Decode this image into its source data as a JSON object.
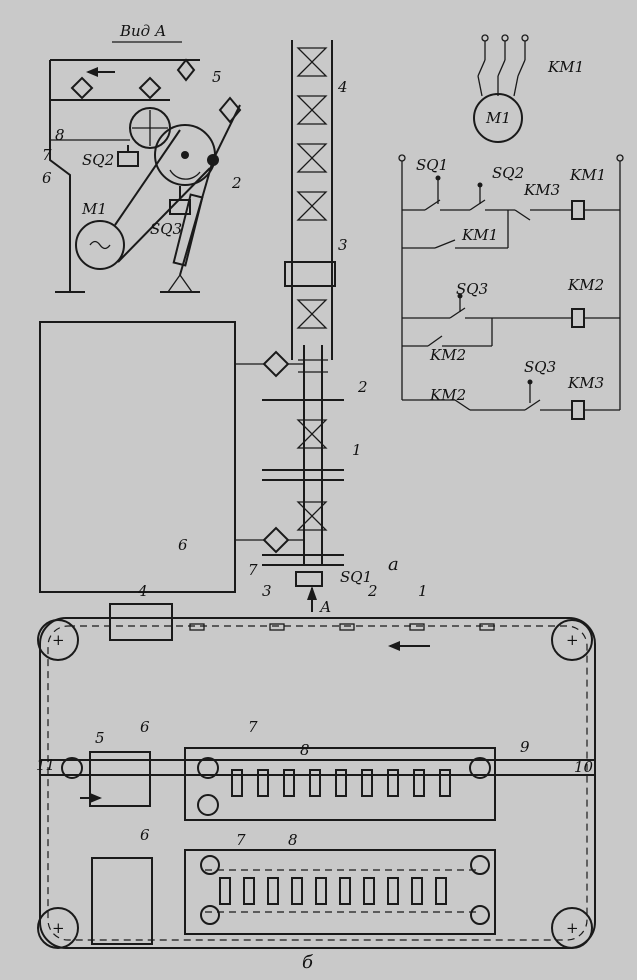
{
  "view_label": "Вид А",
  "panel_a": {
    "caption": "а",
    "motor_label": "M1",
    "switch_labels": [
      "SQ2",
      "SQ3",
      "SQ1"
    ],
    "numbers": [
      "8",
      "7",
      "6",
      "5",
      "2",
      "4",
      "3",
      "2",
      "1",
      "6",
      "7"
    ],
    "arrow_label": "А"
  },
  "circuit": {
    "contactor_main": "KM1",
    "motor": "M1",
    "row1": {
      "sq1": "SQ1",
      "sq2": "SQ2",
      "km3": "KM3",
      "coil": "KM1"
    },
    "row2": {
      "km1": "KM1"
    },
    "row3": {
      "sq3": "SQ3",
      "coil": "KM2"
    },
    "row4": {
      "km2": "KM2",
      "sq3": "SQ3",
      "coil": "KM3"
    },
    "row5": {
      "km2": "KM2"
    }
  },
  "panel_b": {
    "caption": "б",
    "numbers": [
      "4",
      "3",
      "2",
      "1",
      "11",
      "5",
      "6",
      "7",
      "8",
      "9",
      "10",
      "6",
      "7",
      "8"
    ]
  }
}
